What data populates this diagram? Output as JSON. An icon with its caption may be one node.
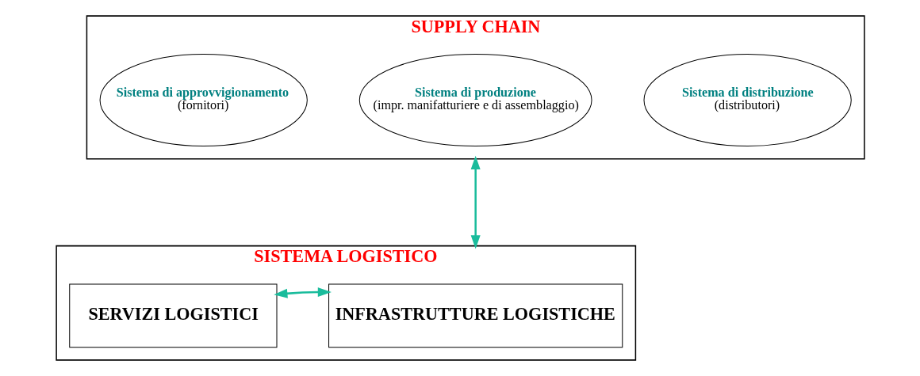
{
  "diagram": {
    "nodes": [
      {
        "text": [
          "SUPPLY CHAIN"
        ]
      },
      {
        "text": [
          "Sistema di approvvigionamento",
          "(fornitori)"
        ],
        "in": 0
      },
      {
        "text": [
          "Sistema di produzione",
          "(impr. manifatturiere e di assemblaggio)"
        ],
        "in": 0
      },
      {
        "text": [
          "Sistema di distribuzione",
          "(distributori)"
        ],
        "in": 0
      },
      {
        "text": [
          "SISTEMA LOGISTICO"
        ]
      },
      {
        "text": [
          "SERVIZI LOGISTICI"
        ],
        "in": 4
      },
      {
        "text": [
          "INFRASTRUTTURE LOGISTICHE"
        ],
        "in": 4
      }
    ],
    "edges": [
      {
        "from": 0,
        "to": 4,
        "arrow": "both"
      },
      {
        "from": 5,
        "to": 6,
        "arrow": "both"
      }
    ]
  }
}
